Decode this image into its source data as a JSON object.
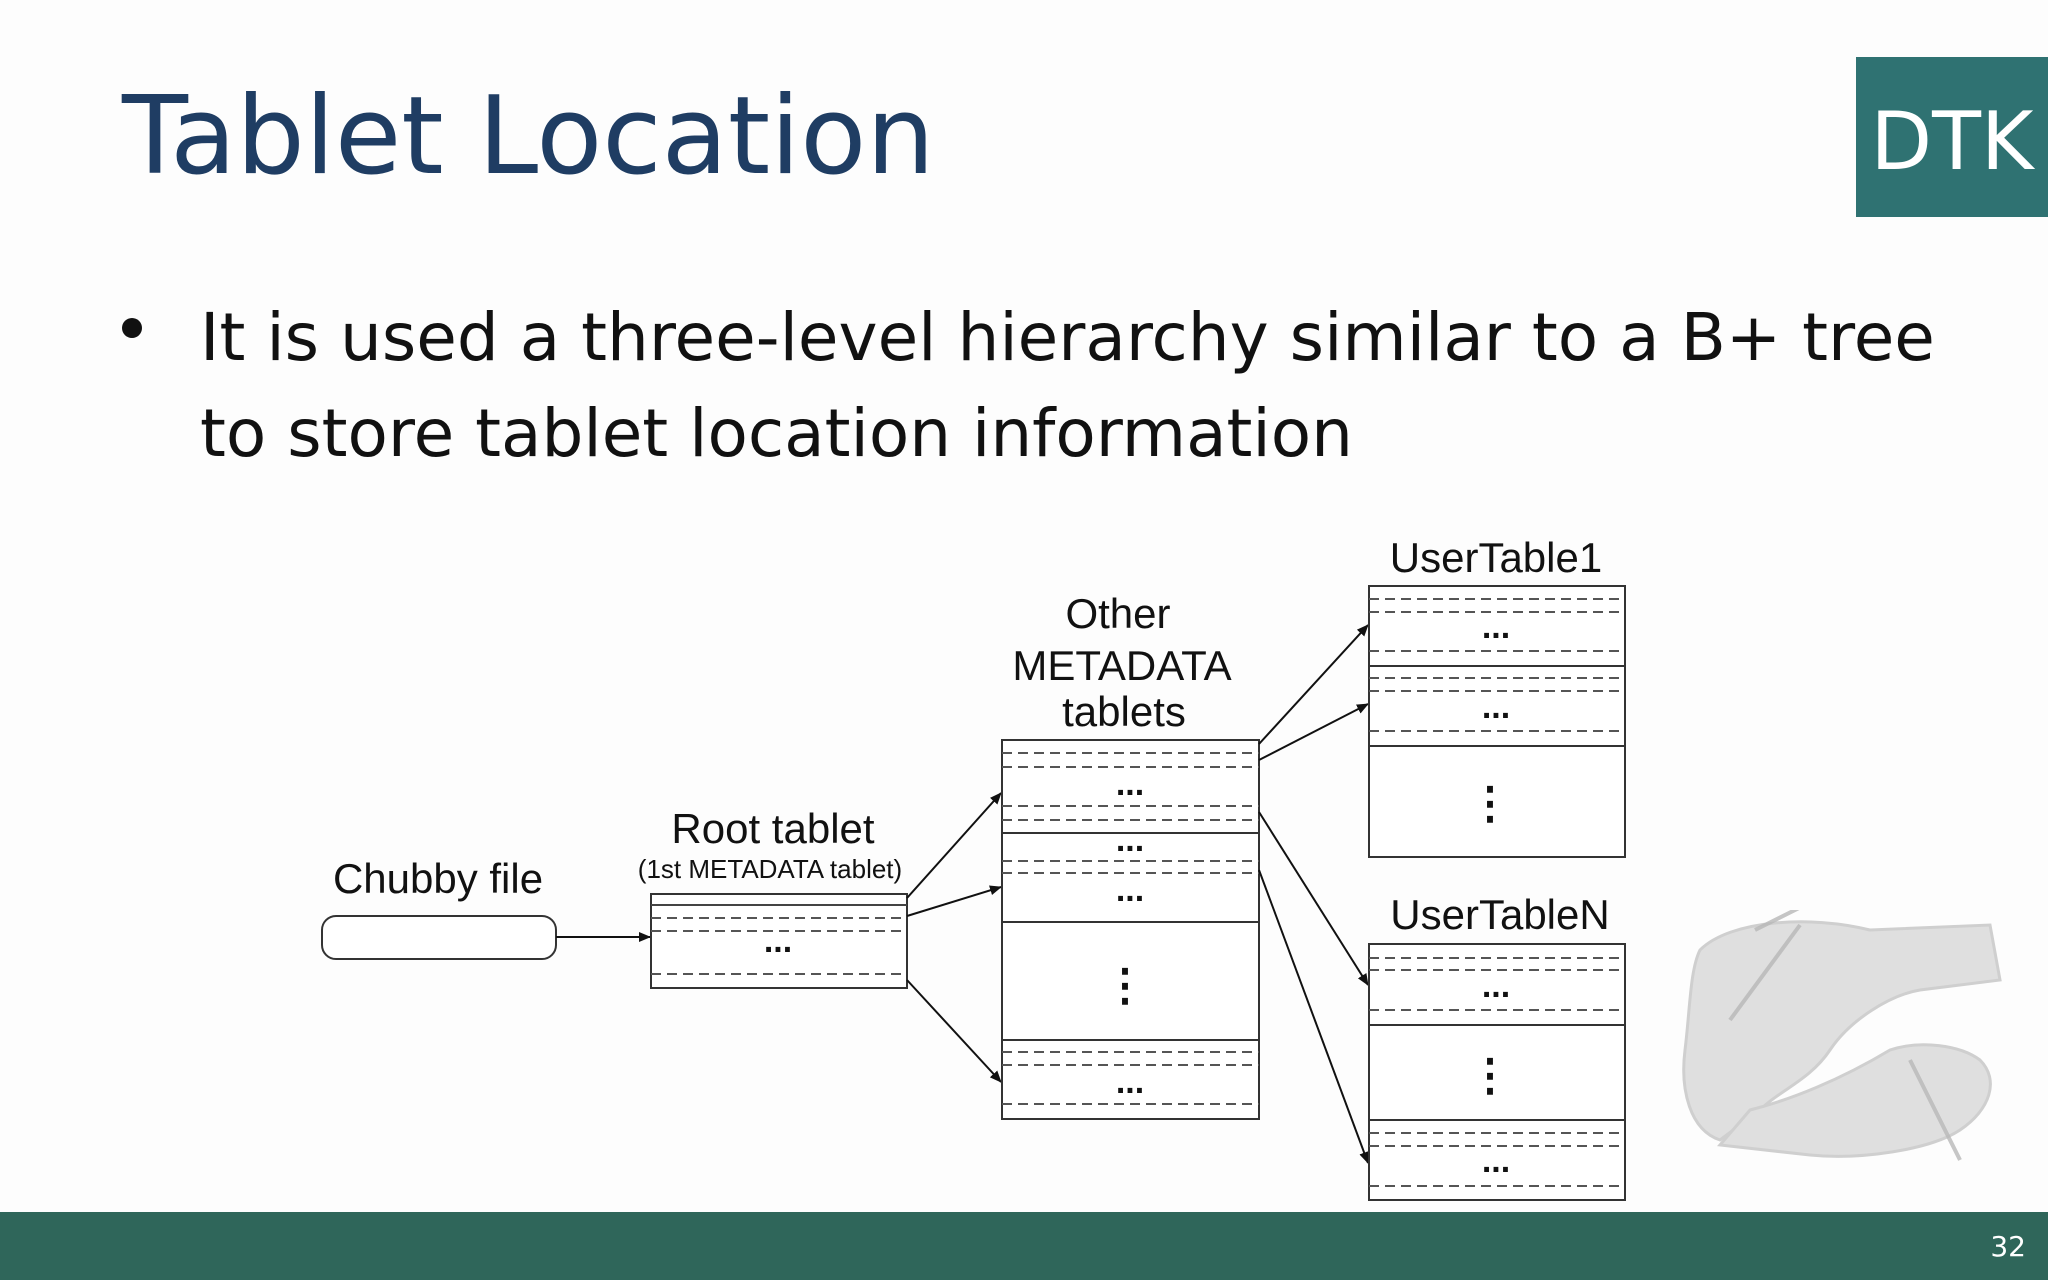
{
  "slide": {
    "title": "Tablet Location",
    "bullets": [
      "It is used a three-level hierarchy similar to a B+ tree to store tablet location information"
    ],
    "logo_text": "DTK",
    "page_number": "32",
    "colors": {
      "title": "#1f3d63",
      "logo": "#2f7272",
      "footer": "#2f665a"
    }
  },
  "diagram": {
    "chubby_label": "Chubby file",
    "root_label": "Root tablet",
    "root_sublabel": "(1st METADATA tablet)",
    "meta_label_lines": [
      "Other",
      "METADATA",
      "tablets"
    ],
    "user_table_1": "UserTable1",
    "user_table_n": "UserTableN",
    "ellipsis": "...",
    "vertical_ellipsis": "⋮"
  }
}
